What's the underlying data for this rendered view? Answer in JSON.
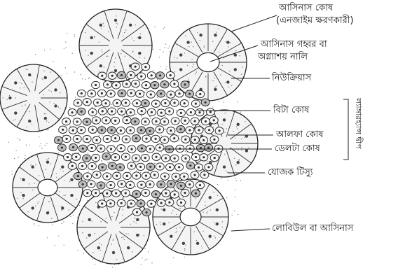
{
  "labels": {
    "acinar_cell": "আসিনাস কোষ",
    "acinar_cell_sub": "(এনজাইম ক্ষরণকারী)",
    "acinar_lumen": "আসিনাস গহ্বর বা",
    "acinar_lumen_sub": "অগ্ন্যাশয় নালি",
    "centroacinar": "নিউক্রিয়াস",
    "beta_cell": "বিটা কোষ",
    "alpha_cell": "আলফা কোষ",
    "delta_cell": "ডেলটা কোষ",
    "connective_tissue": "যোজক টিস্যু",
    "lobule": "লোবিউল বা আসিনাস",
    "islets": "ল্যাঙ্গারহ্যান্স দ্বীপ"
  }
}
